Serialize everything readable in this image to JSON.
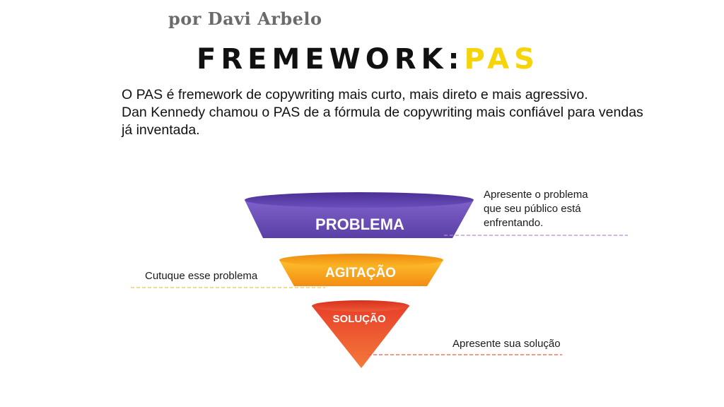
{
  "byline": "por Davi Arbelo",
  "title": {
    "main": "FREMEWORK:",
    "accent": "PAS"
  },
  "intro": {
    "paragraph_1": "O PAS é  fremework de copywriting mais curto, mais direto e mais agressivo.",
    "paragraph_2": "Dan Kennedy chamou o PAS de a fórmula de copywriting mais confiável para vendas já inventada."
  },
  "funnel": {
    "problem": {
      "label": "PROBLEMA",
      "description_lines": [
        "Apresente o problema",
        "que seu público está",
        "enfrentando."
      ],
      "color": "#6b4fb8"
    },
    "agitation": {
      "label": "AGITAÇÃO",
      "description": "Cutuque esse problema",
      "color": "#f7a21b"
    },
    "solution": {
      "label": "SOLUÇÃO",
      "description": "Apresente sua solução",
      "color": "#ee4a2b"
    }
  },
  "colors": {
    "title_accent": "#f5d40a",
    "problem_line": "#b58ad6",
    "agitation_line": "#f2c43a",
    "solution_line": "#e85a4a"
  }
}
